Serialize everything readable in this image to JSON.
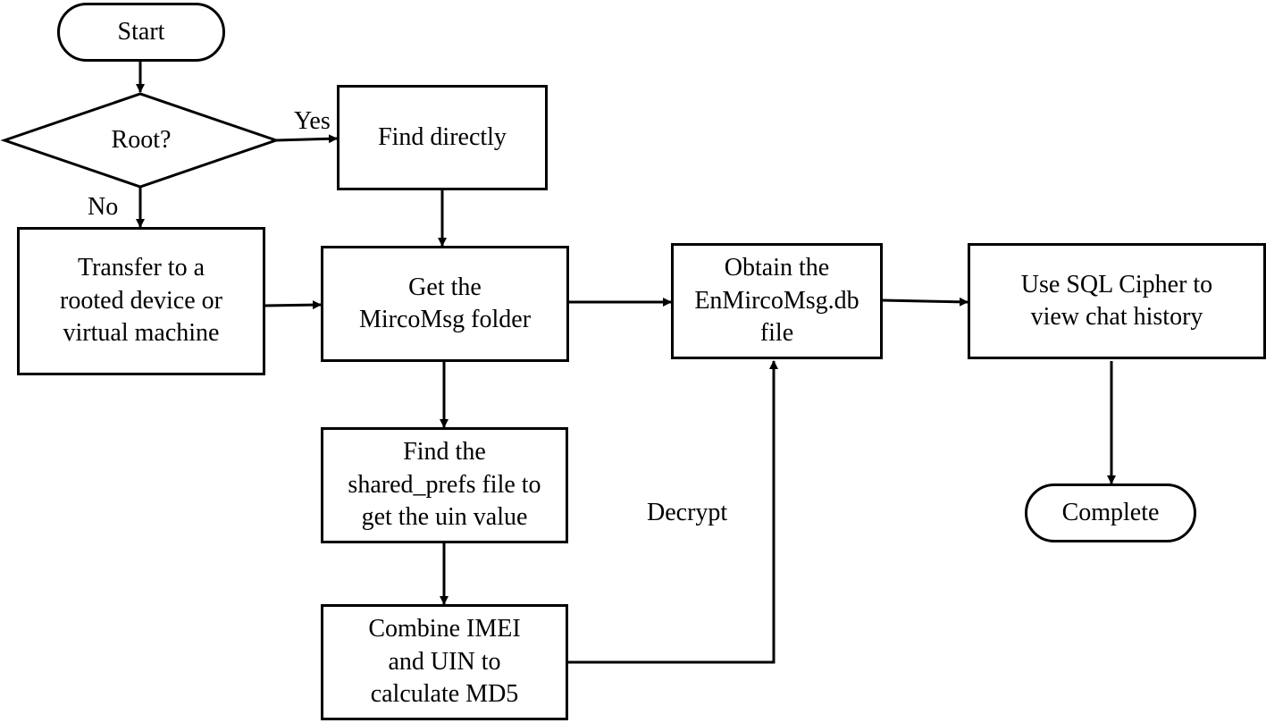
{
  "nodes": {
    "start": "Start",
    "root_decision": "Root?",
    "find_directly": "Find directly",
    "transfer": [
      "Transfer to a",
      "rooted device or",
      "virtual machine"
    ],
    "get_folder": [
      "Get the",
      "MircoMsg folder"
    ],
    "obtain_db": [
      "Obtain the",
      "EnMircoMsg.db",
      "file"
    ],
    "use_sql": [
      "Use SQL Cipher to",
      "view chat history"
    ],
    "find_prefs": [
      "Find the",
      "shared_prefs file to",
      "get the uin value"
    ],
    "combine": [
      "Combine IMEI",
      "and UIN to",
      "calculate MD5"
    ],
    "complete": "Complete"
  },
  "edge_labels": {
    "yes": "Yes",
    "no": "No",
    "decrypt": "Decrypt"
  },
  "colors": {
    "stroke": "#000000",
    "background": "#ffffff",
    "text": "#000000"
  }
}
